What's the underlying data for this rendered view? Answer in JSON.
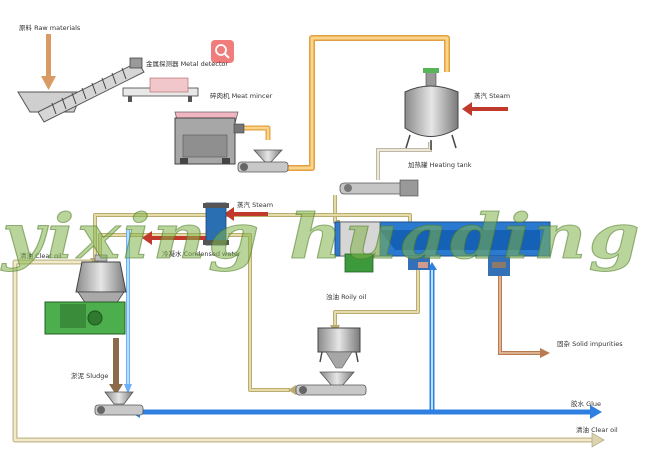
{
  "labels": {
    "raw_materials": "原料 Raw materials",
    "metal_detector": "金属探测器 Metal detector",
    "meat_mincer": "碎肉机 Meat mincer",
    "steam_top": "蒸汽 Steam",
    "heating_tank": "加热罐 Heating tank",
    "steam_mid": "蒸汽 Steam",
    "condensed_water": "冷凝水 Condensed water",
    "clear_oil_top": "清油 Clear oil",
    "roily_oil": "浊油 Roily oil",
    "solid_impurities": "固杂 Solid impurities",
    "sludge": "淤泥 Sludge",
    "glue": "胶水 Glue",
    "clear_oil_bottom": "清油 Clear oil"
  },
  "watermark": "yixing huading",
  "colors": {
    "raw_flow": "#f2c47a",
    "steam": "#c9463d",
    "oil": "#d8c98a",
    "glue": "#3d8ee8",
    "solid": "#c98a63",
    "machine_green": "#4cae4c",
    "decanter_blue": "#2277cc",
    "search_badge": "#f07c7c"
  },
  "icons": {
    "search_badge": "magnifier-icon"
  }
}
